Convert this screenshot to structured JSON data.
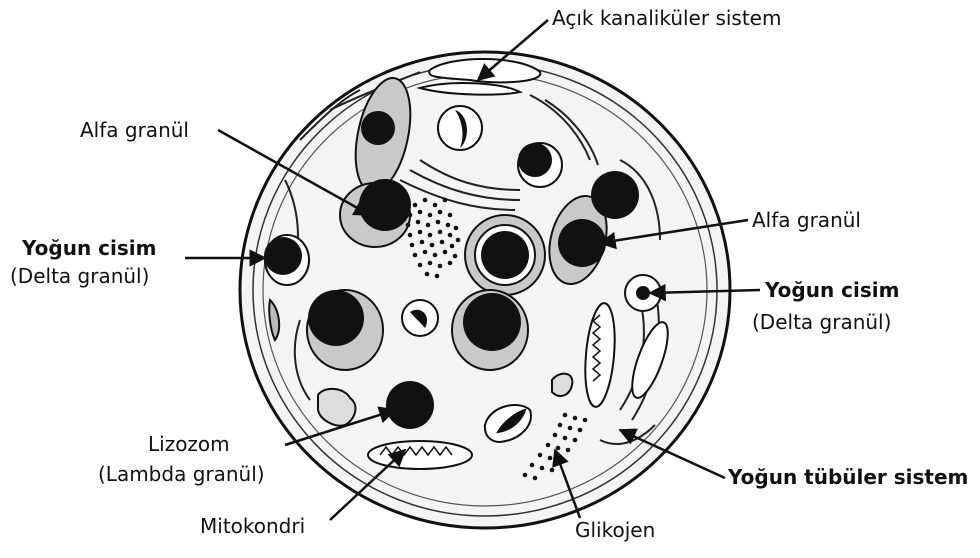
{
  "labels": {
    "open_canalicular": "Açık kanaliküler sistem",
    "alpha_left": "Alfa granül",
    "dense_left_1": "Yoğun cisim",
    "dense_left_2": "(Delta granül)",
    "alpha_right": "Alfa granül",
    "dense_right_1": "Yoğun cisim",
    "dense_right_2": "(Delta granül)",
    "lysosome_1": "Lizozom",
    "lysosome_2": "(Lambda granül)",
    "mitochondria": "Mitokondri",
    "glycogen": "Glikojen",
    "dense_tubular": "Yoğun tübüler sistem"
  },
  "colors": {
    "ink": "#111111",
    "granule_shade": "#c9c9c9",
    "cytoplasm": "#f4f4f4",
    "background": "#ffffff"
  }
}
